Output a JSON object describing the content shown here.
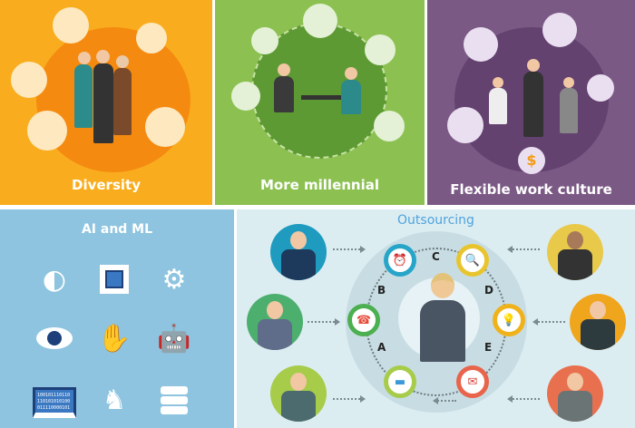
{
  "panels": {
    "diversity": {
      "title": "Diversity",
      "color": "#f9ad1e"
    },
    "millennial": {
      "title": "More millennial",
      "color": "#8cc152"
    },
    "flexible": {
      "title": "Flexible work culture",
      "color": "#7b5985"
    },
    "ai": {
      "title": "AI and ML",
      "color": "#8ec4df",
      "binary": [
        "100101110110",
        "110101010100",
        "011110000101"
      ]
    },
    "outsourcing": {
      "title": "Outsourcing",
      "color": "#dcedf2",
      "title_color": "#4fa3dc",
      "letters": [
        "A",
        "B",
        "C",
        "D",
        "E"
      ]
    }
  }
}
